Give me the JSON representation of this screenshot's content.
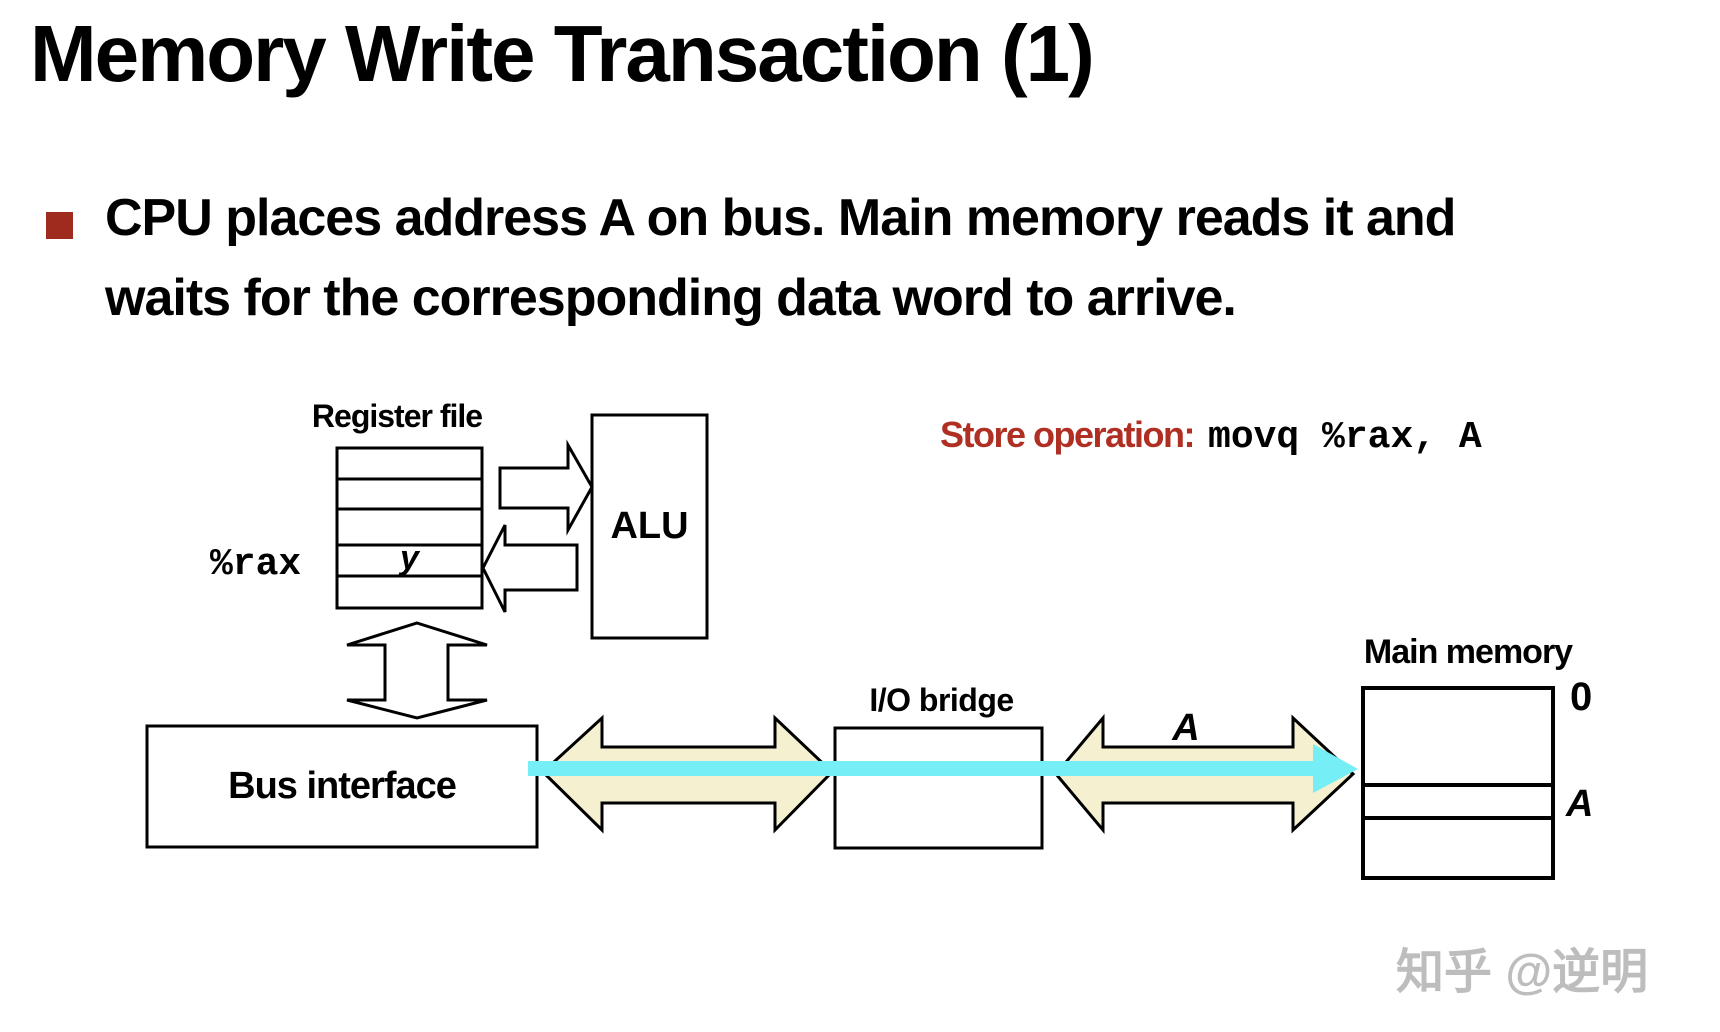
{
  "slide": {
    "title": "Memory Write Transaction (1)",
    "bullet": {
      "line1": "CPU places address A on bus. Main memory reads it and",
      "line2": "waits for the corresponding data word to arrive."
    },
    "store_operation": {
      "label": "Store operation:",
      "code": "movq %rax, A"
    }
  },
  "diagram": {
    "register_file": {
      "label": "Register file",
      "register_name": "%rax",
      "value": "y"
    },
    "alu": {
      "label": "ALU"
    },
    "bus_interface": {
      "label": "Bus interface"
    },
    "io_bridge": {
      "label": "I/O bridge"
    },
    "bus_address_label": "A",
    "main_memory": {
      "label": "Main memory",
      "top_address": "0",
      "row_address": "A"
    }
  },
  "watermark": "知乎 @逆明",
  "colors": {
    "title_text": "#000000",
    "bullet_marker_red": "#9E2B1E",
    "store_operation_red": "#B02F23",
    "bus_highlight_cyan": "#76EEF5",
    "arrow_beige": "#F5F1D0",
    "watermark_gray": "#BDBDBD"
  }
}
